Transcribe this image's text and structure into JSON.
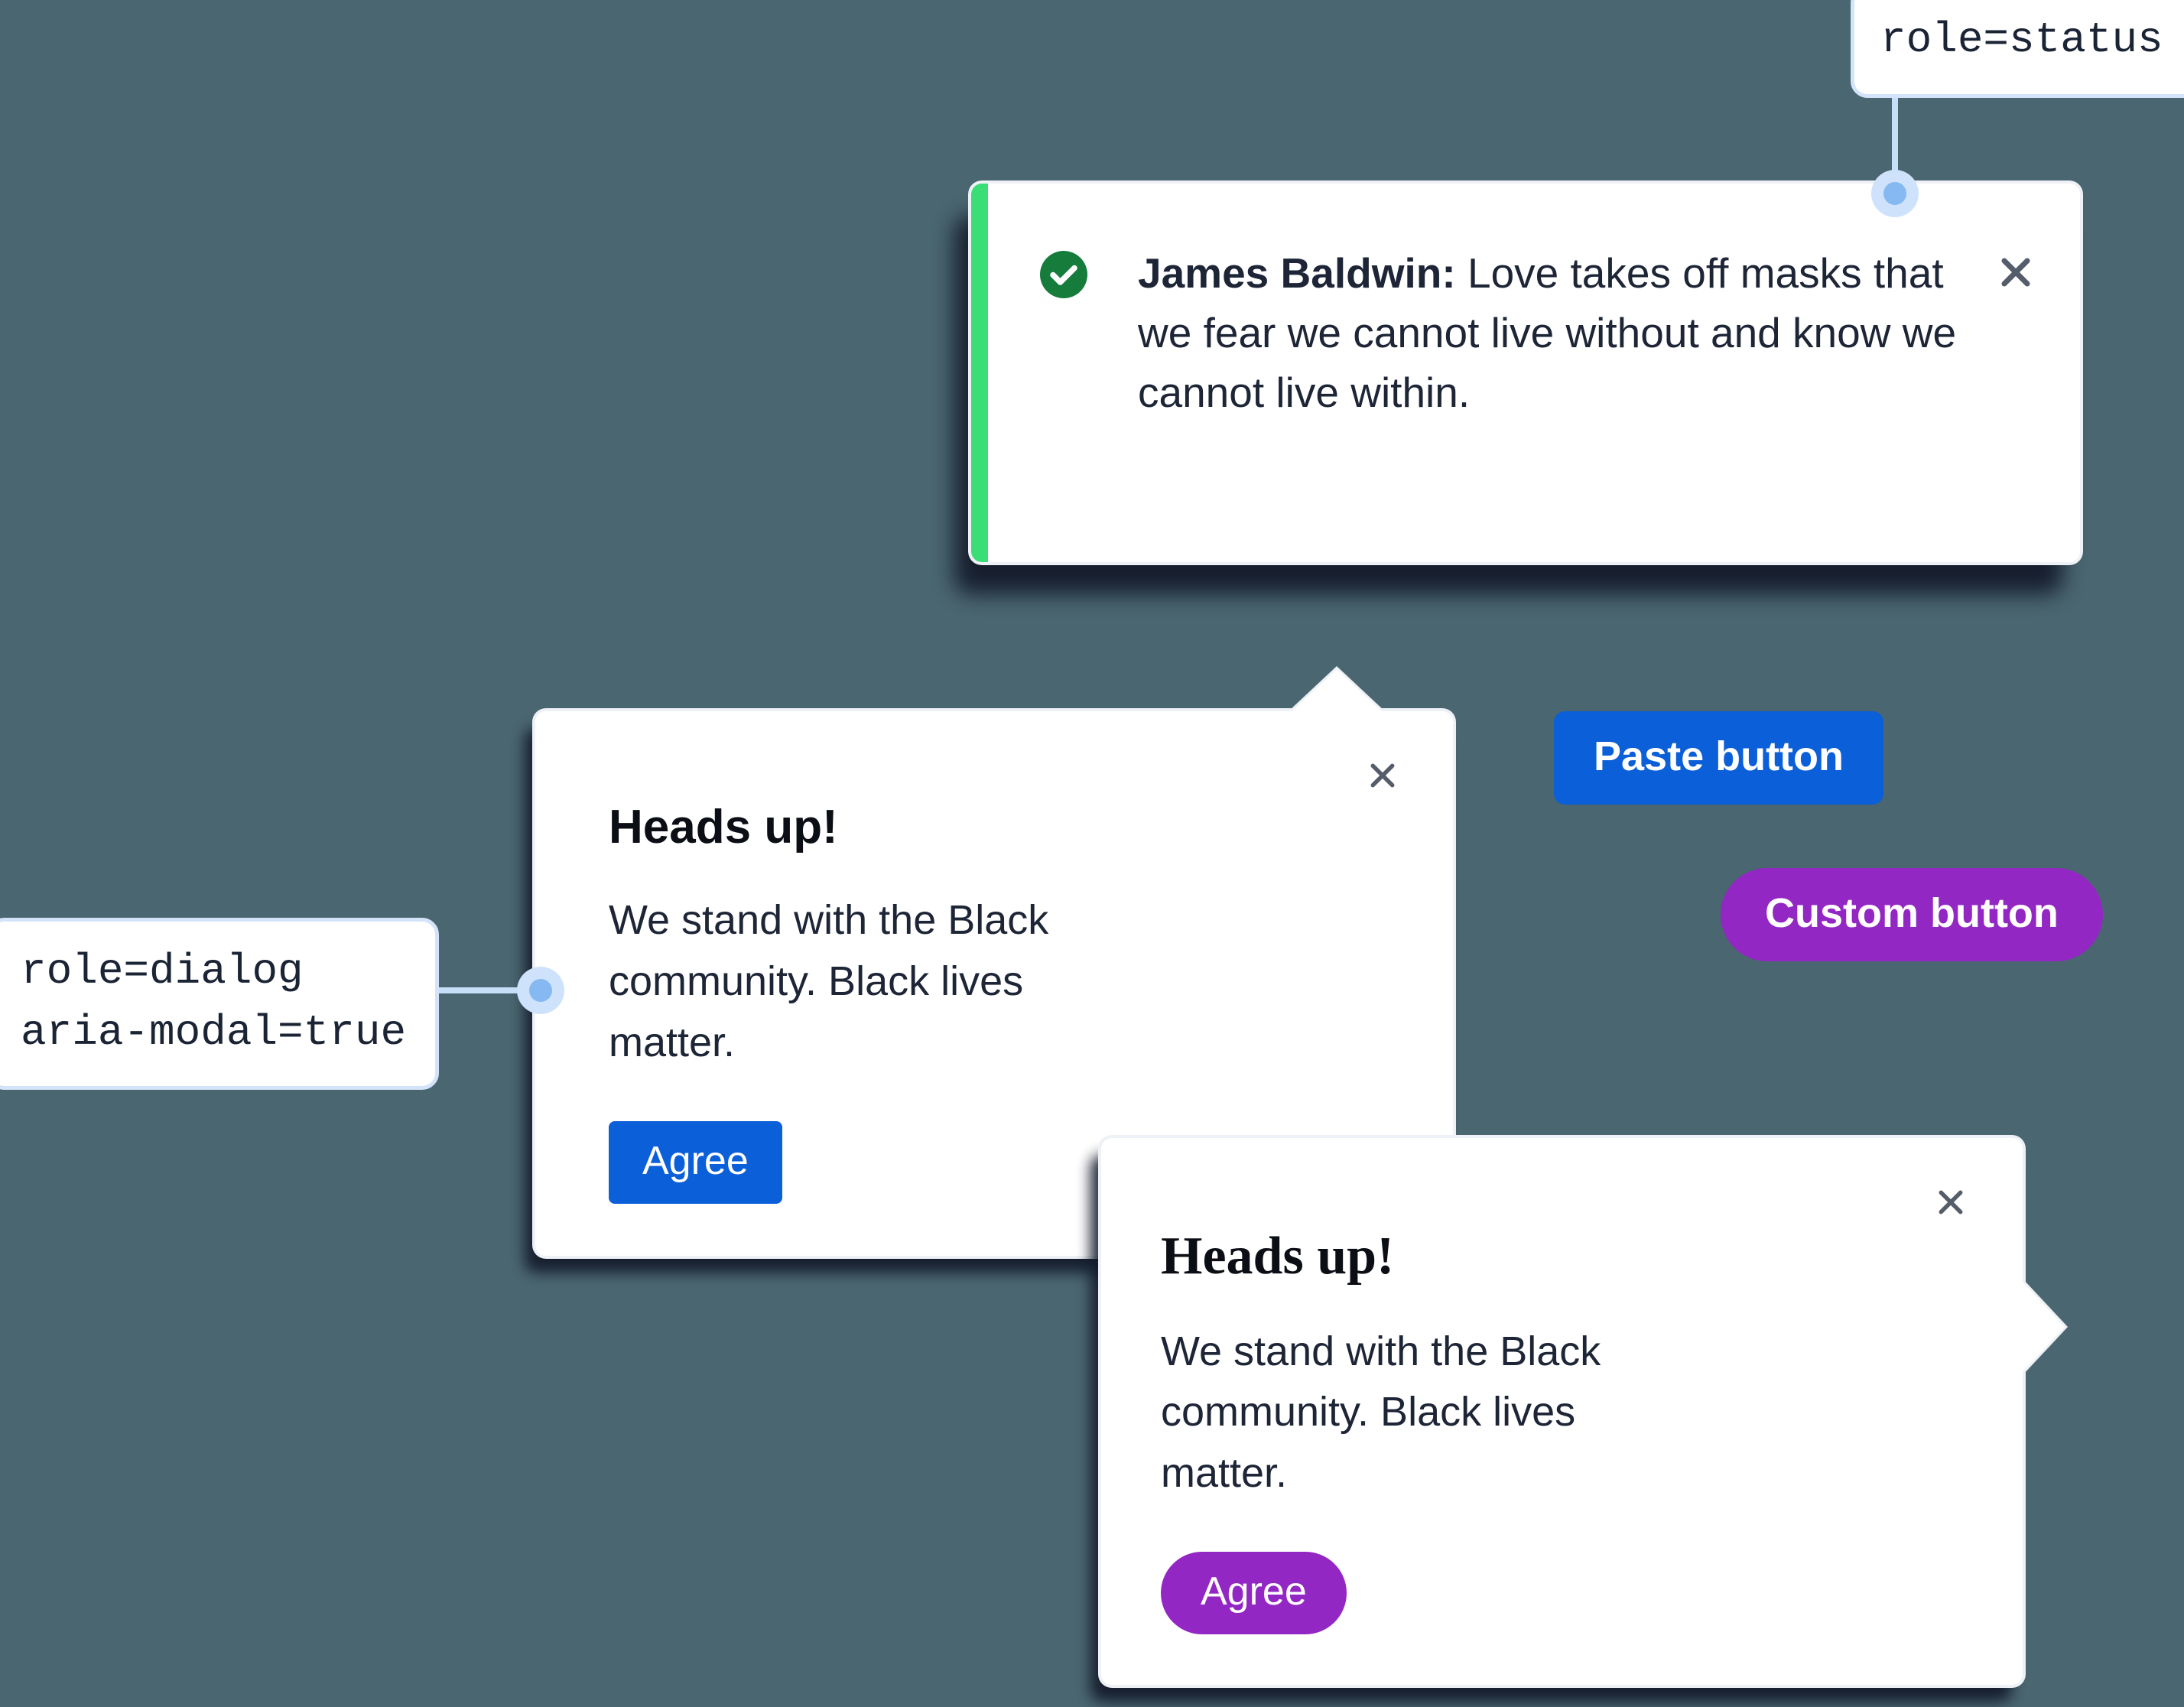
{
  "background_color": "#4A6670",
  "annotations": [
    {
      "id": "status",
      "text": "role=status"
    },
    {
      "id": "dialog",
      "text": "role=dialog\naria-modal=true"
    }
  ],
  "toast": {
    "icon": "check-circle-icon",
    "accent_color": "#3BDE76",
    "icon_color": "#157C3C",
    "author": "James Baldwin:",
    "message": " Love takes off masks that we fear we cannot live without and know we cannot live within.",
    "close_label": "×"
  },
  "dialog_primary": {
    "title": "Heads up!",
    "body": "We stand with the Black community. Black lives matter.",
    "agree_label": "Agree",
    "agree_color": "#0B5FD9",
    "close_label": "×"
  },
  "dialog_custom": {
    "title": "Heads up!",
    "body": "We stand with the Black community. Black lives matter.",
    "agree_label": "Agree",
    "agree_color": "#9327C4",
    "close_label": "×"
  },
  "buttons": {
    "paste_label": "Paste button",
    "paste_color": "#0B5FD9",
    "custom_label": "Custom button",
    "custom_color": "#9327C4"
  }
}
